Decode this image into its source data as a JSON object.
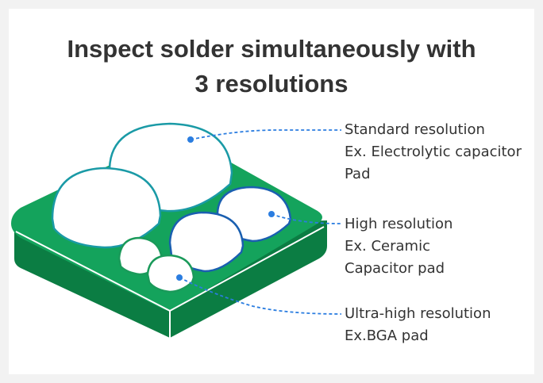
{
  "title": {
    "line1": "Inspect solder simultaneously with",
    "line2": "3 resolutions"
  },
  "labels": {
    "standard": {
      "line1": "Standard resolution",
      "line2": "Ex. Electrolytic capacitor",
      "line3": "Pad"
    },
    "high": {
      "line1": "High resolution",
      "line2": "Ex. Ceramic",
      "line3": "Capacitor pad"
    },
    "ultra": {
      "line1": "Ultra-high resolution",
      "line2": "Ex.BGA pad"
    }
  },
  "colors": {
    "board_top": "#14a35c",
    "board_side": "#0b7d43",
    "standard_outline": "#1a9aa6",
    "high_outline": "#1a5fb0",
    "ultra_outline": "#1a9a5a",
    "leader_line": "#2b7de0"
  }
}
